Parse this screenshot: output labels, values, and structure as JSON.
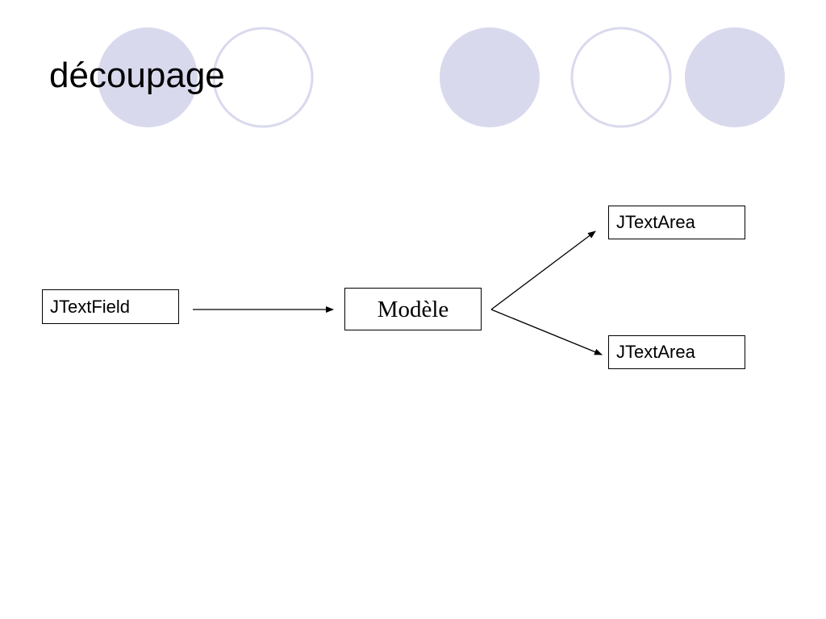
{
  "slide": {
    "title": "découpage"
  },
  "diagram": {
    "nodes": {
      "source": "JTextField",
      "model": "Modèle",
      "view_top": "JTextArea",
      "view_bottom": "JTextArea"
    },
    "edges": [
      {
        "from": "source",
        "to": "model"
      },
      {
        "from": "model",
        "to": "view_top"
      },
      {
        "from": "model",
        "to": "view_bottom"
      }
    ]
  },
  "theme": {
    "circle_fill": "#d9d9ee",
    "circle_stroke": "#d9d9ee",
    "line_color": "#000000"
  }
}
